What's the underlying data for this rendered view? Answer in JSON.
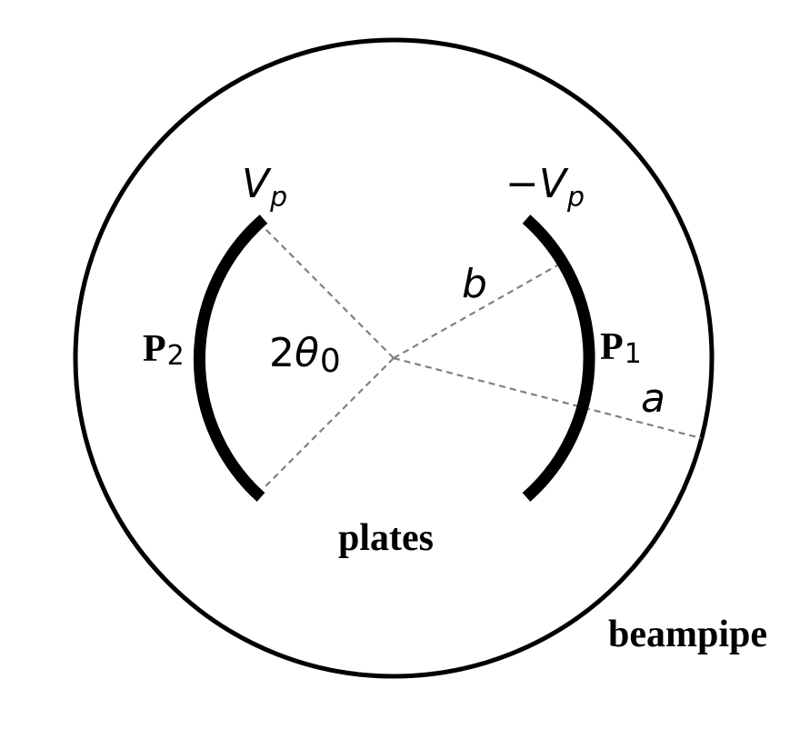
{
  "labels": {
    "left_voltage_symbol": "V",
    "left_voltage_subscript": "p",
    "right_voltage_sign": "−",
    "right_voltage_symbol": "V",
    "right_voltage_subscript": "p",
    "angle_prefix": "2",
    "angle_symbol": "θ",
    "angle_subscript": "0",
    "plate_radius": "b",
    "pipe_radius": "a",
    "left_plate_letter": "P",
    "left_plate_index": "2",
    "right_plate_letter": "P",
    "right_plate_index": "1",
    "plates_caption": "plates",
    "beampipe_caption": "beampipe"
  },
  "colors": {
    "lines": "#000000",
    "guides": "#808080",
    "background": "#ffffff"
  }
}
